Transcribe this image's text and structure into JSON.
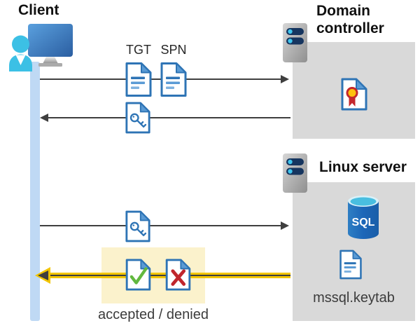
{
  "client": {
    "title": "Client"
  },
  "domain_controller": {
    "title_line1": "Domain",
    "title_line2": "controller"
  },
  "linux_server": {
    "title": "Linux server",
    "sql_badge": "SQL",
    "keytab_filename": "mssql.keytab"
  },
  "flow": {
    "request_labels": {
      "tgt": "TGT",
      "spn": "SPN"
    },
    "response_label": "accepted / denied"
  },
  "icons": [
    "monitor-icon",
    "user-icon",
    "client-lifeline",
    "server-icon",
    "tgt-document-icon",
    "spn-document-icon",
    "key-document-icon",
    "certificate-document-icon",
    "sql-database-icon",
    "keytab-document-icon",
    "accepted-document-icon",
    "denied-document-icon",
    "arrow-right-icon",
    "arrow-left-icon",
    "highlighted-arrow-left-icon"
  ],
  "colors": {
    "doc_border": "#2e74b5",
    "doc_fold": "#5b9bd5",
    "panel_gray": "#d9d9d9",
    "lifeline_blue": "#bfd9f4",
    "highlight_box_yellow": "#fbf2cc",
    "arrow_dark": "#3f3f3f",
    "arrow_highlight_yellow": "#f2c500",
    "accept_green": "#62b83e",
    "deny_red": "#c0262c",
    "sql_body_blue": "#1c66b8",
    "sql_top_cyan": "#49bee0",
    "certificate_yellow": "#ffc20e",
    "certificate_red": "#c4282d",
    "person_cyan": "#3cc0e5",
    "monitor_blue_top": "#549bdd",
    "monitor_blue_bottom": "#2b5ea1",
    "server_pill_navy": "#16355f",
    "server_dot_cyan": "#3fc6ee"
  }
}
